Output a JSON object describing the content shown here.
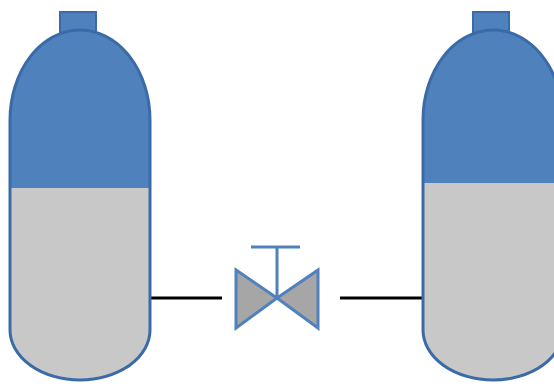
{
  "colors": {
    "background": "#ffffff",
    "gas": "#4F81BD",
    "outline": "#3A6BA8",
    "liquid": "#C8C8C8",
    "pipe": "#000000",
    "valve": "#4F81BD"
  },
  "tanks": [
    {
      "name": "left-tank",
      "liquid_fill_fraction": 0.56
    },
    {
      "name": "right-tank",
      "liquid_fill_fraction": 0.57
    }
  ],
  "valve": {
    "icon": "gate-valve-icon"
  }
}
